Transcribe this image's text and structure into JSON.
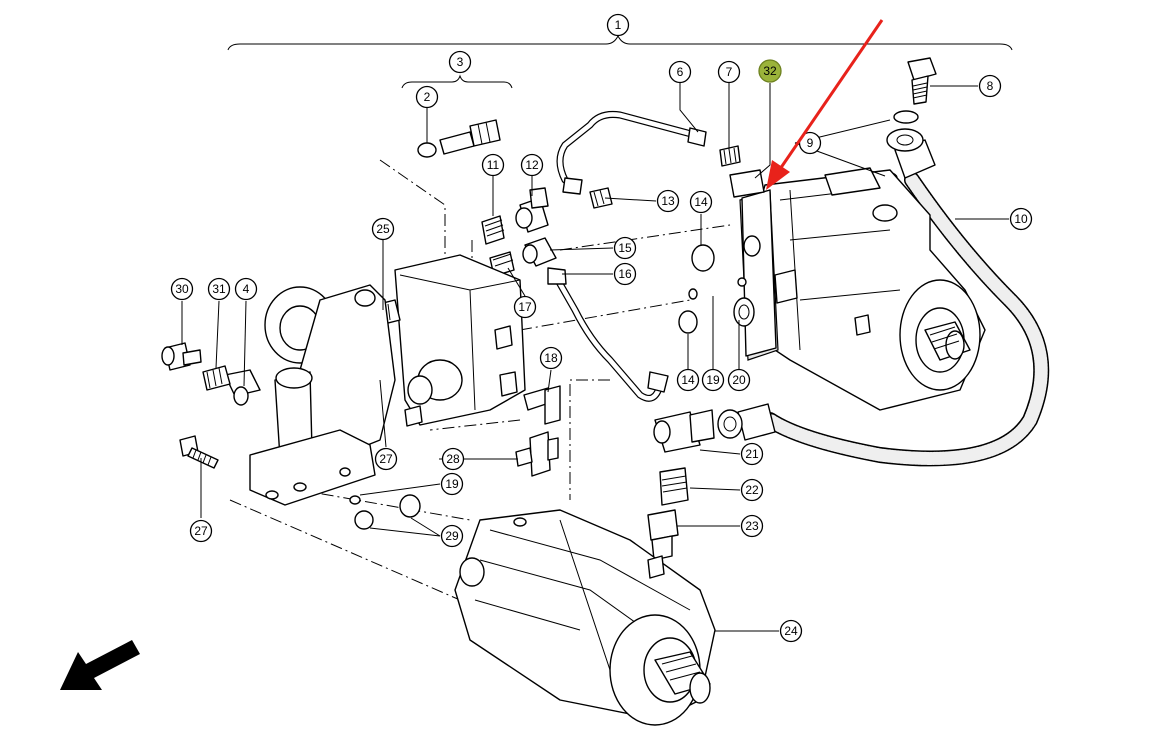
{
  "callouts": {
    "c1": "1",
    "c2": "2",
    "c3": "3",
    "c4": "4",
    "c6": "6",
    "c7": "7",
    "c8": "8",
    "c9": "9",
    "c10": "10",
    "c11": "11",
    "c12": "12",
    "c13": "13",
    "c14a": "14",
    "c14b": "14",
    "c15": "15",
    "c16": "16",
    "c17": "17",
    "c18": "18",
    "c19a": "19",
    "c19b": "19",
    "c20": "20",
    "c21": "21",
    "c22": "22",
    "c23": "23",
    "c24": "24",
    "c25": "25",
    "c27a": "27",
    "c27b": "27",
    "c28": "28",
    "c29": "29",
    "c30": "30",
    "c31": "31",
    "c32": "32"
  },
  "highlight_part": "32",
  "colors": {
    "highlight_fill": "#9bb33a",
    "arrow_red": "#e8221b",
    "line": "#000000"
  },
  "icons": {
    "pointer": "red-pointer-arrow",
    "orientation": "direction-arrow"
  }
}
